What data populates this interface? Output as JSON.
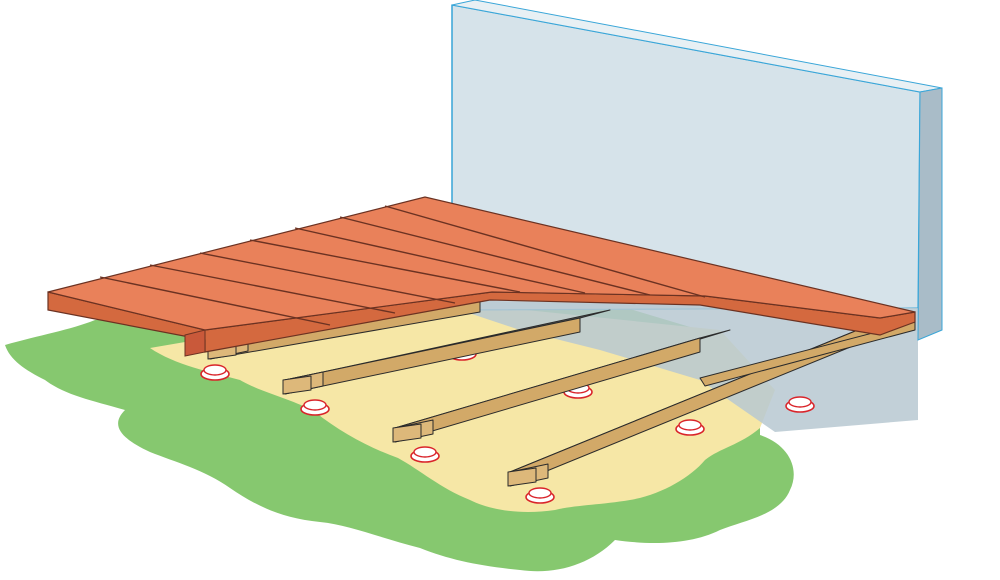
{
  "illustration": {
    "subject": "deck-on-joists-and-pedestals",
    "colors": {
      "wall_face": "#d6e3ea",
      "wall_side": "#a9bcc8",
      "wall_edge": "#3aa6d8",
      "wall_shadow": "#b7c8d1",
      "grass": "#86c86f",
      "sand": "#f6e7a6",
      "deck_top": "#e9815a",
      "deck_front": "#d4693f",
      "deck_line": "#6b3222",
      "joist_top": "#595959",
      "joist_side": "#d2a968",
      "joist_end": "#ddb87a",
      "pad_ring": "#d9242a",
      "pad_fill": "#ffffff",
      "outline": "#2b2b2b"
    },
    "icons": [
      "wall-shape",
      "grass-shape",
      "sand-shape",
      "joist-shape",
      "pedestal-pad-icon",
      "deck-board-shape"
    ]
  }
}
